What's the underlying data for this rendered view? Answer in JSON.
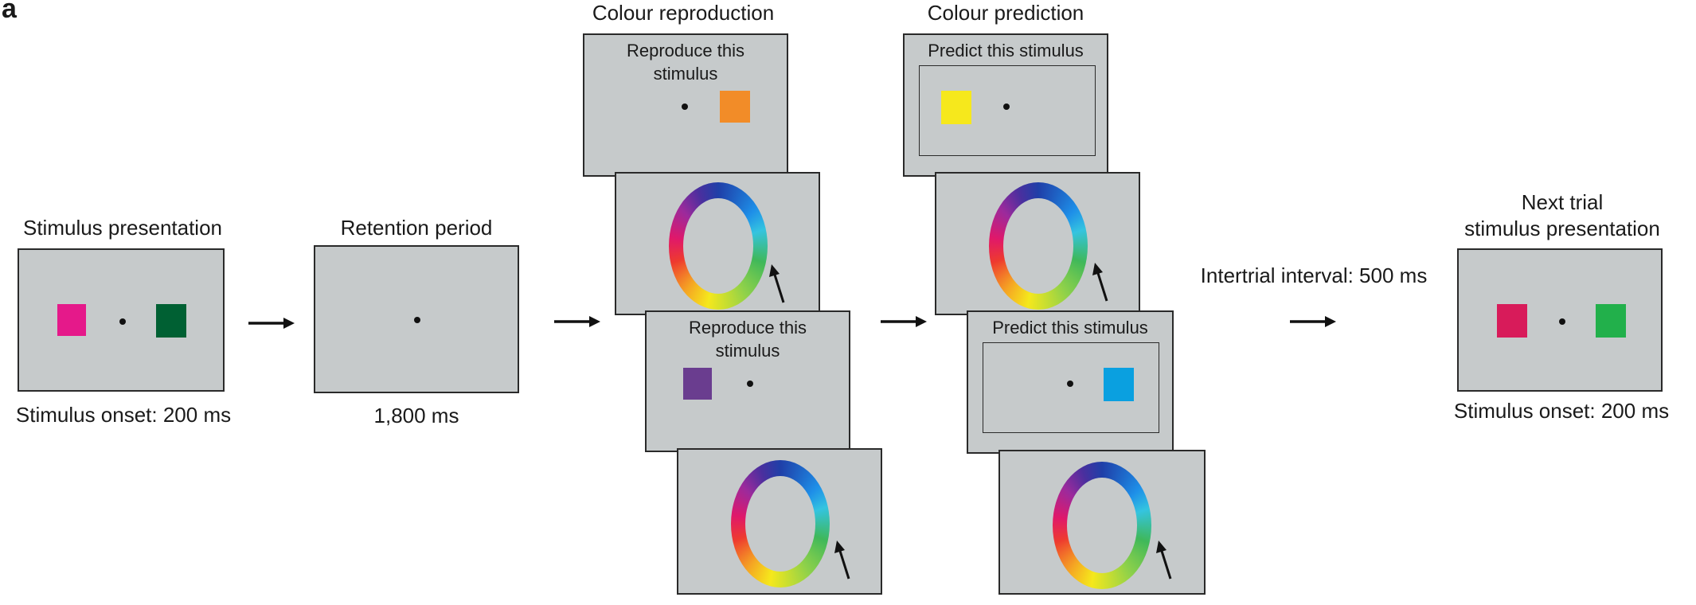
{
  "panel_letter": "a",
  "headings": {
    "stimulus_presentation": "Stimulus presentation",
    "retention_period": "Retention period",
    "colour_reproduction": "Colour reproduction",
    "colour_prediction": "Colour prediction",
    "next_trial_line1": "Next trial",
    "next_trial_line2": "stimulus presentation"
  },
  "captions": {
    "stimulus_onset_left": "Stimulus onset: 200 ms",
    "retention_duration": "1,800 ms",
    "intertrial_interval": "Intertrial interval: 500 ms",
    "stimulus_onset_right": "Stimulus onset: 200 ms"
  },
  "screens": {
    "reproduce_1_line1": "Reproduce this",
    "reproduce_1_line2": "stimulus",
    "reproduce_2_line1": "Reproduce this",
    "reproduce_2_line2": "stimulus",
    "predict_1": "Predict this stimulus",
    "predict_2": "Predict this stimulus"
  },
  "colors": {
    "screen_bg": "#c6cacb",
    "stim_magenta": "#e5198a",
    "stim_dark_green": "#006033",
    "reproduce_orange": "#f28c28",
    "reproduce_purple": "#6a3d8f",
    "predict_yellow": "#f6e81c",
    "predict_blue": "#0aa0e0",
    "next_crimson": "#d81b5a",
    "next_green": "#22b04b"
  },
  "icons": [
    "fixation-dot-icon",
    "colour-wheel-icon",
    "mouse-cursor-icon",
    "right-arrow-icon"
  ]
}
